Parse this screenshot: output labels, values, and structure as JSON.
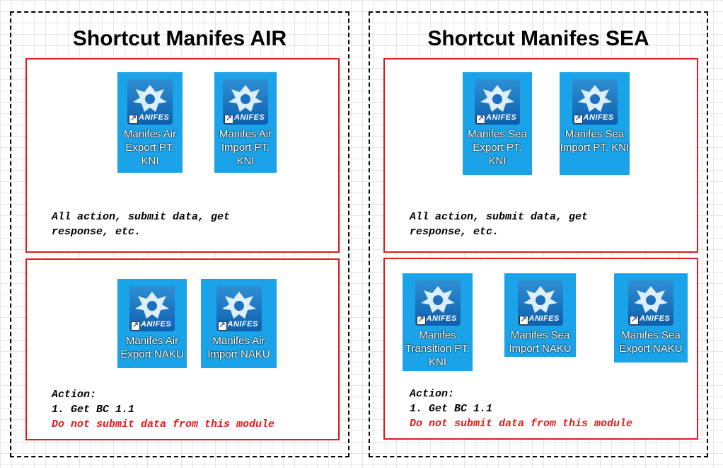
{
  "air": {
    "title": "Shortcut Manifes AIR",
    "top_shortcuts": [
      {
        "label": "Manifes Air Export PT. KNI"
      },
      {
        "label": "Manifes Air Import PT. KNI"
      }
    ],
    "top_note": {
      "line1": "All action, submit data, get",
      "line2": "response, etc."
    },
    "bottom_shortcuts": [
      {
        "label": "Manifes Air Export NAKU"
      },
      {
        "label": "Manifes Air Import NAKU"
      }
    ],
    "bottom_note": {
      "line1": "Action:",
      "line2": "1. Get BC 1.1",
      "warning": "Do not submit data from this module"
    }
  },
  "sea": {
    "title": "Shortcut Manifes SEA",
    "top_shortcuts": [
      {
        "label": "Manifes Sea Export PT. KNI"
      },
      {
        "label": "Manifes Sea Import PT. KNI"
      }
    ],
    "top_note": {
      "line1": "All action, submit data, get",
      "line2": "response, etc."
    },
    "bottom_shortcuts": [
      {
        "label": "Manifes Transition PT. KNI"
      },
      {
        "label": "Manifes Sea Import NAKU"
      },
      {
        "label": "Manifes Sea Export NAKU"
      }
    ],
    "bottom_note": {
      "line1": "Action:",
      "line2": "1. Get BC 1.1",
      "warning": "Do not submit data from this module"
    }
  },
  "icon": {
    "name": "manifes-emblem-icon",
    "word": "ANIFES",
    "tile_color": "#1aa3e8"
  },
  "colors": {
    "box_border": "#e31a1c",
    "warning_text": "#e31a1c"
  }
}
